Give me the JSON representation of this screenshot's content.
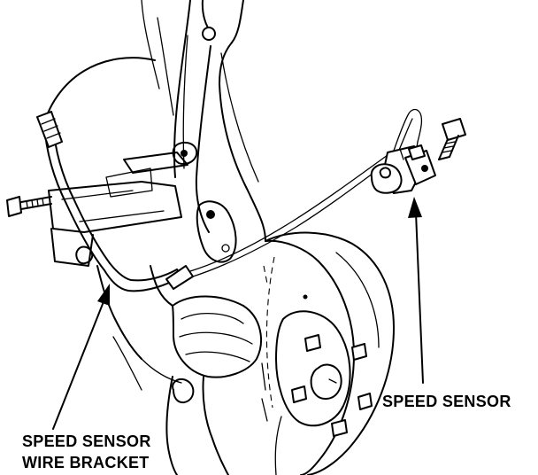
{
  "labels": {
    "speed_sensor": "SPEED SENSOR",
    "bracket_line1": "SPEED SENSOR",
    "bracket_line2": "WIRE BRACKET"
  }
}
